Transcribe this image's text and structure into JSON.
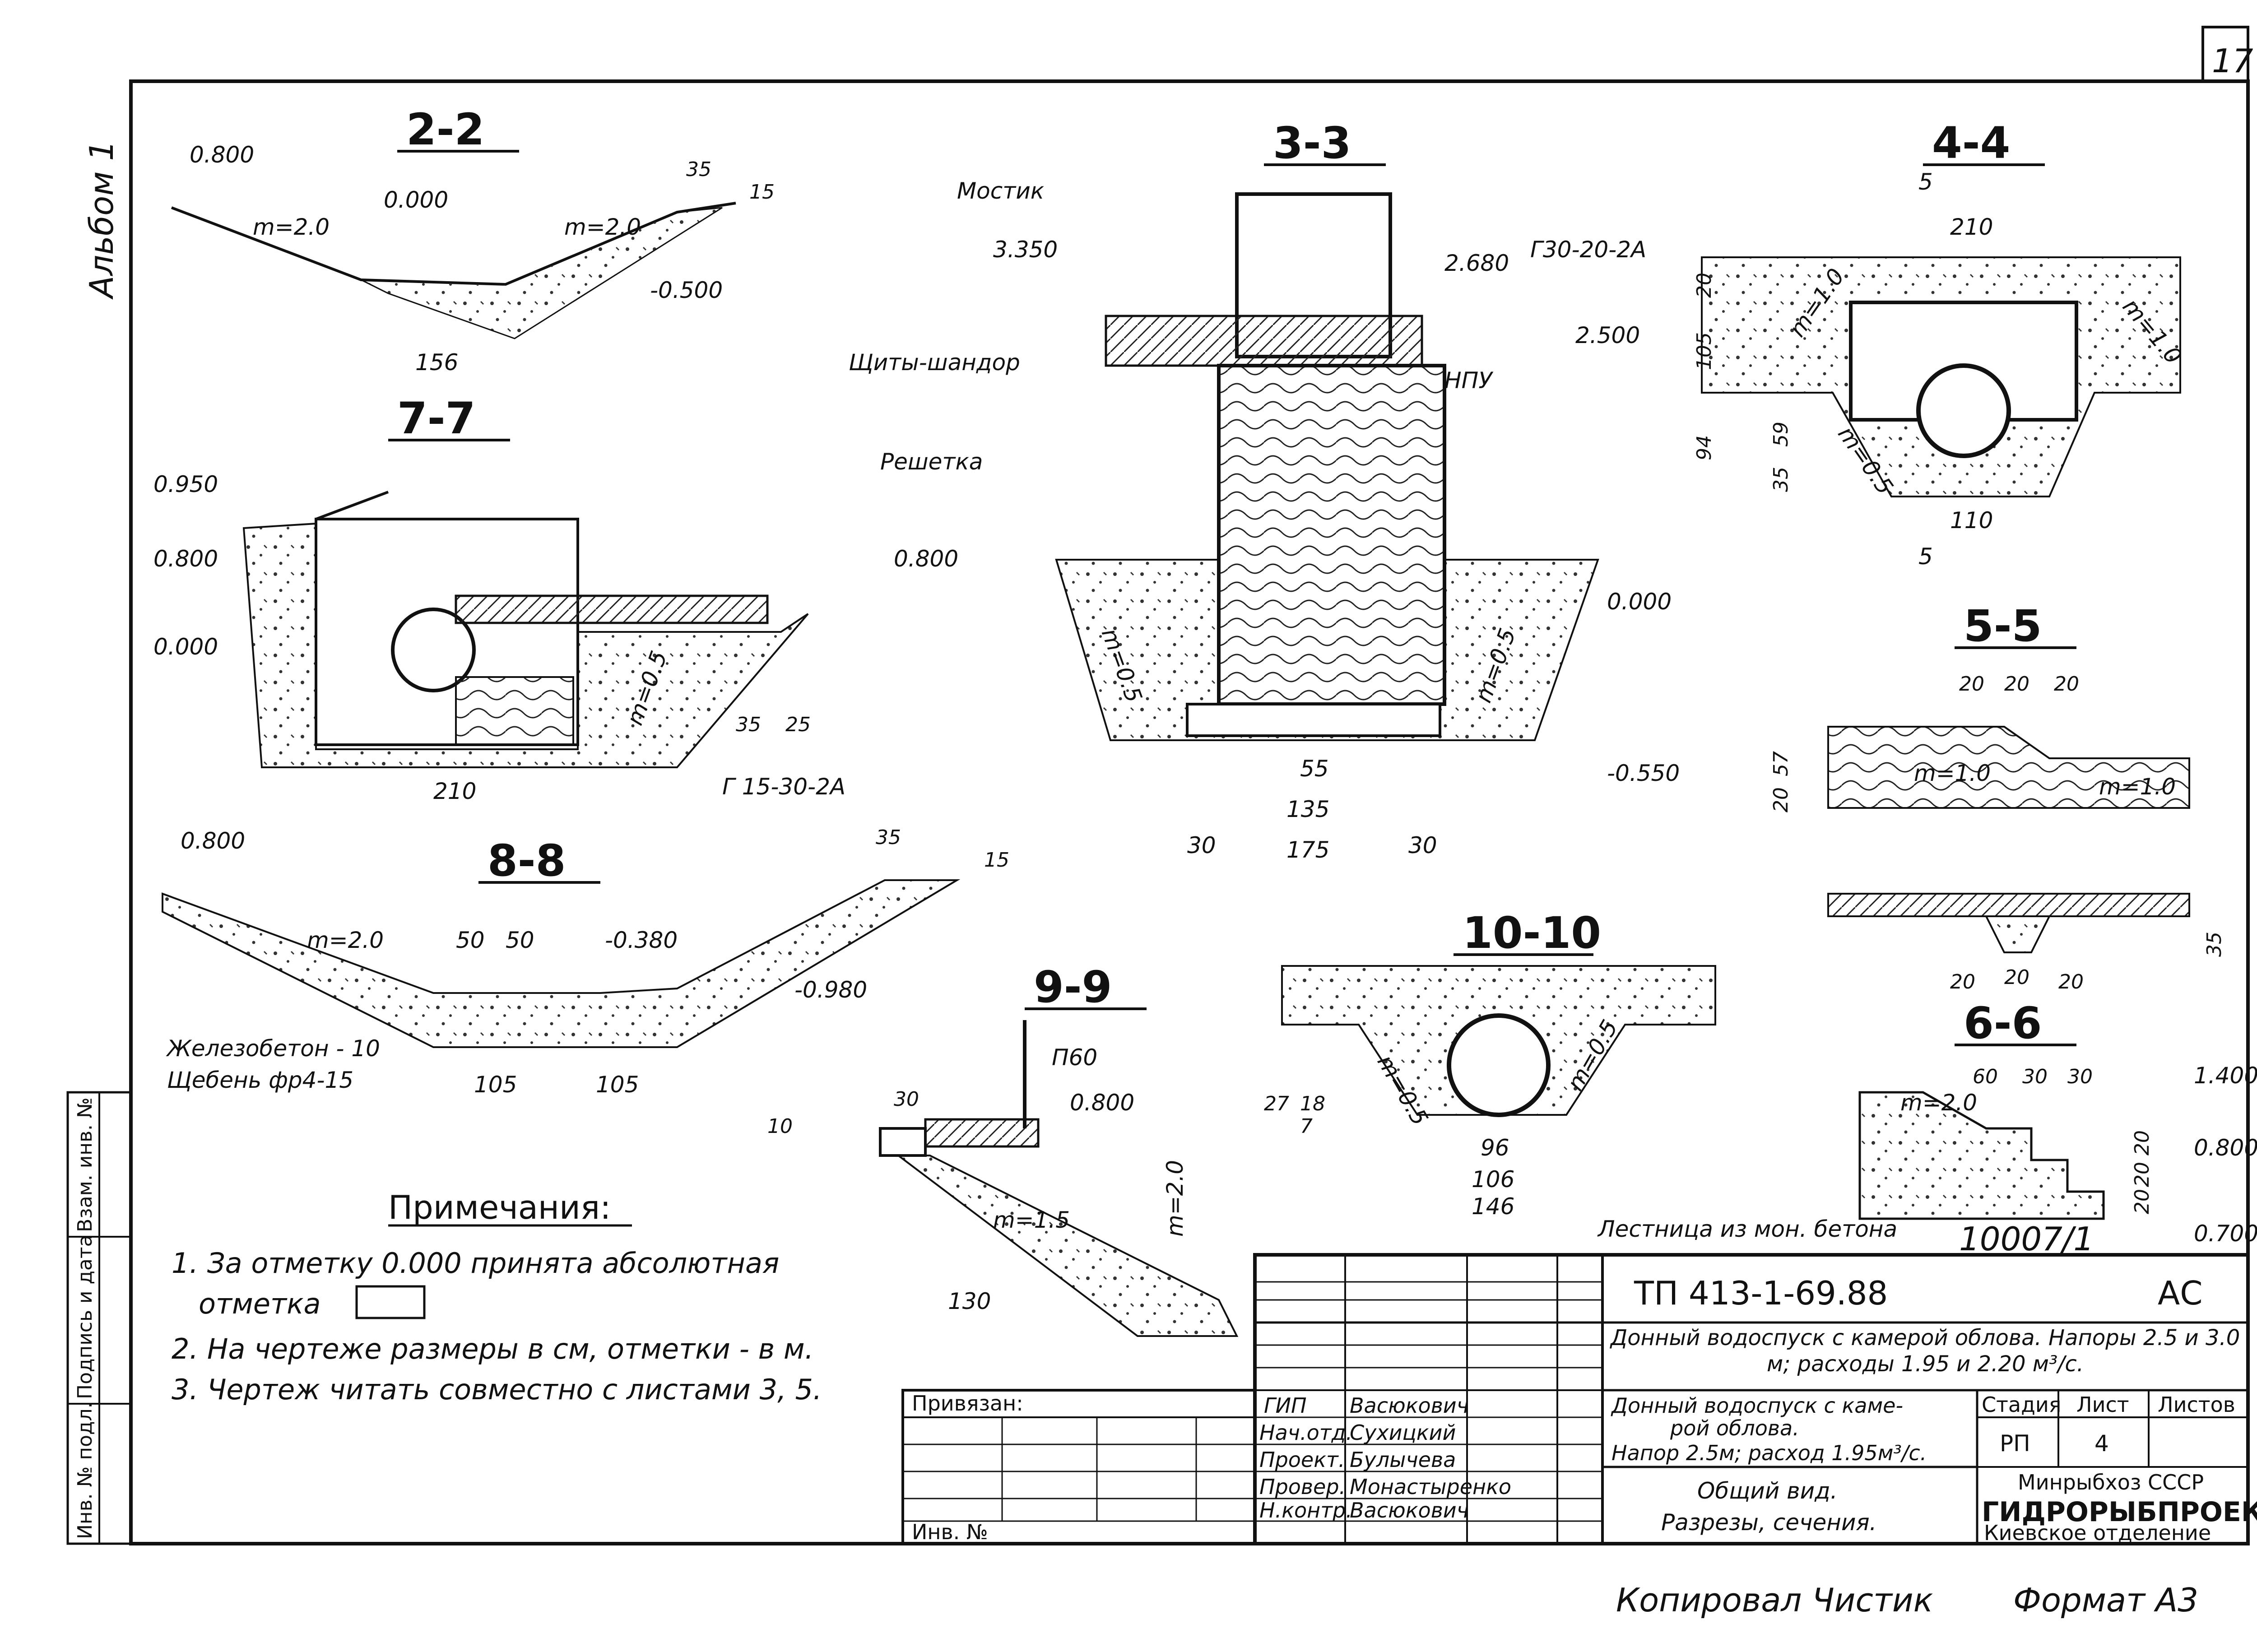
{
  "sheet": {
    "page_number": "17",
    "album": "Альбом 1",
    "format": "Формат А3",
    "copied_by": "Копировал Чистик",
    "drawing_code": "10007/1"
  },
  "side_stamp": {
    "inv_podl": "Инв. № подл.",
    "signature_date": "Подпись и дата",
    "vzam_inv": "Взам. инв. №"
  },
  "sections": {
    "s22": {
      "title": "2-2",
      "labels": [
        "0.800",
        "0.000",
        "m=2.0",
        "m=2.0",
        "35",
        "15",
        "-0.500",
        "156"
      ]
    },
    "s77": {
      "title": "7-7",
      "labels": [
        "0.950",
        "0.800",
        "0.000",
        "0.800",
        "m=0.5",
        "35",
        "25",
        "210",
        "Г 15-30-2А"
      ]
    },
    "s88": {
      "title": "8-8",
      "labels": [
        "0.800",
        "m=2.0",
        "50",
        "50",
        "-0.380",
        "-0.980",
        "35",
        "15",
        "105",
        "105"
      ],
      "legend": [
        "Железобетон - 10",
        "Щебень фр4-15"
      ]
    },
    "s33": {
      "title": "3-3",
      "labels": [
        "Мостик",
        "3.350",
        "Щиты-шандор",
        "Решетка",
        "2.680",
        "Г30-20-2А",
        "2.500",
        "НПУ",
        "0.000",
        "m=0.5",
        "m=0.5",
        "-0.550",
        "55",
        "135",
        "175",
        "30",
        "30"
      ]
    },
    "s99": {
      "title": "9-9",
      "labels": [
        "30",
        "10",
        "П60",
        "0.800",
        "m=1.5",
        "m=2.0",
        "130"
      ]
    },
    "s1010": {
      "title": "10-10",
      "labels": [
        "m=0.5",
        "m=0.5",
        "27",
        "7",
        "18",
        "96",
        "106",
        "146",
        "Лестница из мон. бетона"
      ]
    },
    "s44": {
      "title": "4-4",
      "labels": [
        "5",
        "210",
        "20",
        "105",
        "m=1.0",
        "m=1.0",
        "94",
        "59",
        "35",
        "m=0.5",
        "110",
        "5"
      ]
    },
    "s55": {
      "title": "5-5",
      "labels": [
        "20",
        "20",
        "20",
        "57",
        "20",
        "m=1.0",
        "m=1.0",
        "35",
        "20",
        "20",
        "20"
      ]
    },
    "s66": {
      "title": "6-6",
      "labels": [
        "60",
        "30",
        "30",
        "m=2.0",
        "1.400",
        "20",
        "0.800",
        "20",
        "20",
        "0.700"
      ]
    }
  },
  "notes": {
    "heading": "Примечания:",
    "items": [
      "1. За отметку 0.000 принята абсолютная",
      "отметка",
      "2. На чертеже размеры в см, отметки - в м.",
      "3. Чертеж читать совместно с листами 3, 5."
    ]
  },
  "title_block": {
    "privyazan": "Привязан:",
    "inv_no": "Инв. №",
    "code": "ТП 413-1-69.88",
    "mark": "АС",
    "title_main": "Донный водоспуск с камерой облова. Напоры 2.5 и 3.0 м; расходы 1.95 и 2.20 м³/с.",
    "subtitle_lines": [
      "Донный водоспуск с каме-",
      "рой облова.",
      "Напор 2.5м; расход 1.95м³/с."
    ],
    "sheet_name": [
      "Общий вид.",
      "Разрезы, сечения."
    ],
    "stage_header": [
      "Стадия",
      "Лист",
      "Листов"
    ],
    "stage_values": [
      "РП",
      "4",
      ""
    ],
    "org": [
      "Минрыбхоз СССР",
      "ГИДРОРЫБПРОЕКТ",
      "Киевское отделение"
    ],
    "staff": [
      {
        "role": "ГИП",
        "name": "Васюкович"
      },
      {
        "role": "Нач.отд.",
        "name": "Сухицкий"
      },
      {
        "role": "Проект.",
        "name": "Булычева"
      },
      {
        "role": "Провер.",
        "name": "Монастыренко"
      },
      {
        "role": "Н.контр.",
        "name": "Васюкович"
      }
    ]
  }
}
